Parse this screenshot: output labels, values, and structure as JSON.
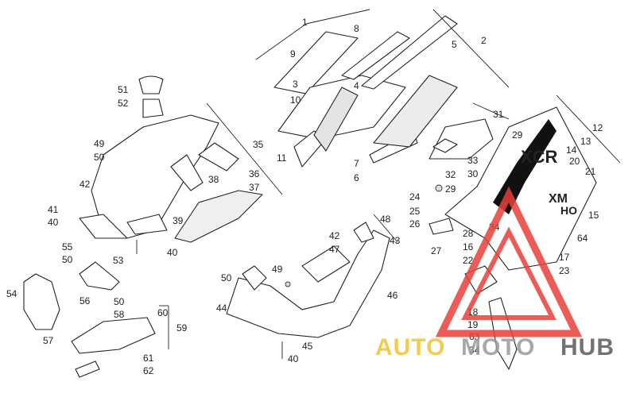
{
  "diagram": {
    "callouts": [
      "1",
      "2",
      "3",
      "4",
      "5",
      "6",
      "7",
      "8",
      "9",
      "10",
      "11",
      "12",
      "13",
      "14",
      "15",
      "16",
      "17",
      "18",
      "19",
      "20",
      "21",
      "22",
      "23",
      "24",
      "25",
      "26",
      "27",
      "28",
      "29",
      "29",
      "30",
      "31",
      "32",
      "33",
      "34",
      "34",
      "35",
      "36",
      "37",
      "38",
      "39",
      "40",
      "40",
      "40",
      "41",
      "42",
      "42",
      "43",
      "44",
      "45",
      "46",
      "47",
      "48",
      "49",
      "49",
      "50",
      "50",
      "50",
      "50",
      "51",
      "52",
      "53",
      "54",
      "55",
      "56",
      "57",
      "58",
      "59",
      "60",
      "61",
      "62",
      "63",
      "64"
    ],
    "decal_text": [
      "XCR",
      "XM",
      "HO"
    ]
  },
  "watermark": {
    "word1": "AUTO",
    "word2": "MOTO",
    "word3": "HUB",
    "colors": {
      "auto": "#f2c230",
      "moto": "#9a9a9a",
      "hub": "#5a5a5a",
      "triangle": "#e8403a"
    }
  }
}
